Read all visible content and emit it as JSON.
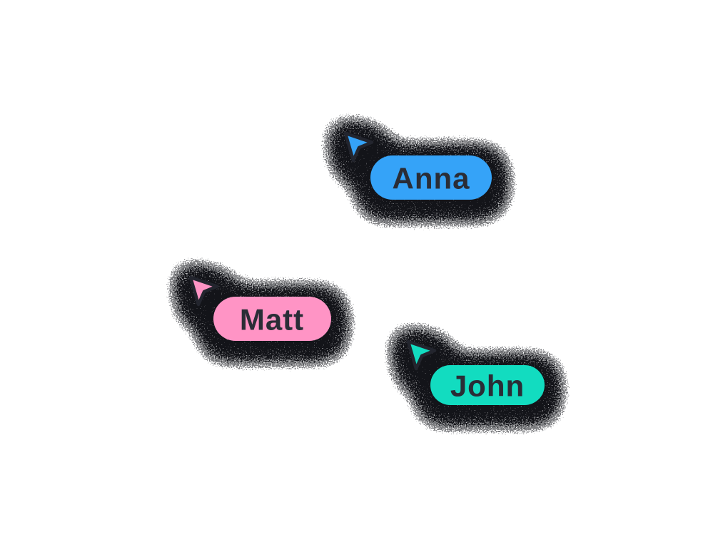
{
  "canvas": {
    "background": "#ffffff",
    "shadow_color": "#131419"
  },
  "cursors": [
    {
      "name": "Anna",
      "fill": "#35a3f8",
      "outline": "#23252e",
      "text_color": "#2a2d36"
    },
    {
      "name": "Matt",
      "fill": "#ff94c5",
      "outline": "#23252e",
      "text_color": "#2a2d36"
    },
    {
      "name": "John",
      "fill": "#12dcc0",
      "outline": "#23252e",
      "text_color": "#2a2d36"
    }
  ]
}
